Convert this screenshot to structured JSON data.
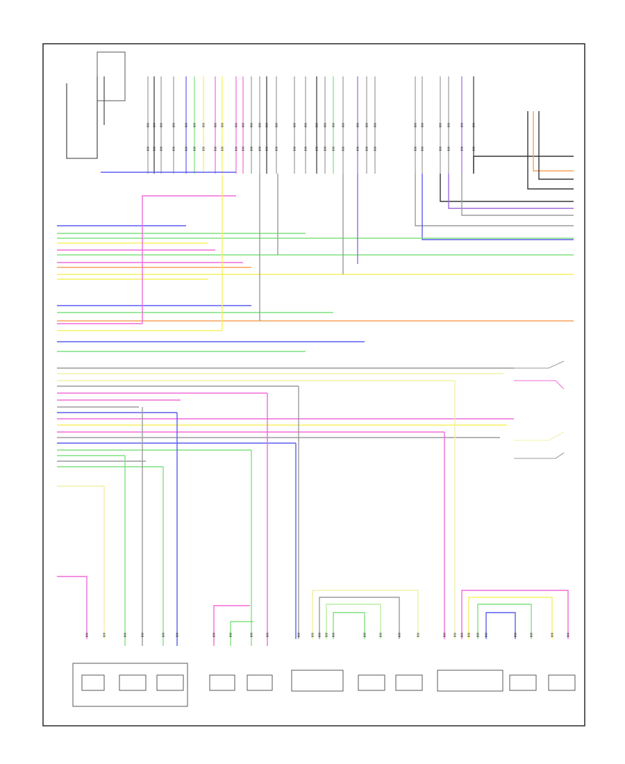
{
  "diagram": {
    "footer_code": "",
    "connectors_top_label": "",
    "wire_colors": {
      "blue": "#5a5cf0",
      "green": "#7fe07f",
      "pink": "#f06ad8",
      "yellow": "#f5f060",
      "orange": "#f5a05a",
      "gray": "#9a9a9a",
      "black": "#333333",
      "violet": "#9a6ad8",
      "lightgreen": "#b8f0a0",
      "lightyellow": "#f0f0a8",
      "frame": "#333333"
    },
    "components": [
      {
        "id": "rr-speaker"
      },
      {
        "id": "subwoofer"
      },
      {
        "id": "rr-mid"
      },
      {
        "id": "rf-tweeter"
      },
      {
        "id": "lf-tweeter"
      },
      {
        "id": "lf-door-conn"
      },
      {
        "id": "lf-speaker-a"
      },
      {
        "id": "lf-speaker-b"
      },
      {
        "id": "rf-door-conn"
      },
      {
        "id": "rf-speaker-a"
      },
      {
        "id": "rf-speaker-b"
      }
    ]
  }
}
